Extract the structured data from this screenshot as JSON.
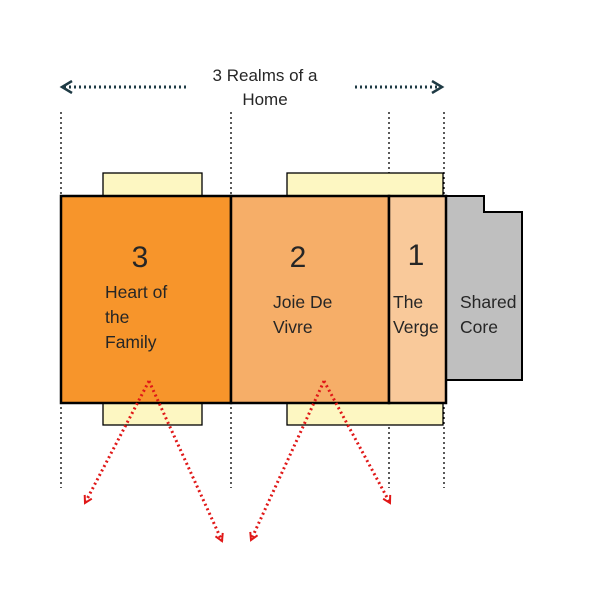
{
  "title_lines": [
    "3 Realms of a",
    "Home"
  ],
  "realms": [
    {
      "number": "3",
      "lines": [
        "Heart of",
        "the",
        "Family"
      ]
    },
    {
      "number": "2",
      "lines": [
        "Joie De",
        "Vivre"
      ]
    },
    {
      "number": "1",
      "lines": [
        "The",
        "Verge"
      ]
    }
  ],
  "core": {
    "lines": [
      "Shared",
      "Core"
    ]
  },
  "colors": {
    "heart": "#f7952b",
    "joie": "#f6ae68",
    "verge": "#f9c99a",
    "core": "#bfbfbf",
    "tab": "#fdf7c2",
    "arrow_red": "#e01818",
    "arrow_dark": "#1e3a44",
    "line": "#000000"
  }
}
